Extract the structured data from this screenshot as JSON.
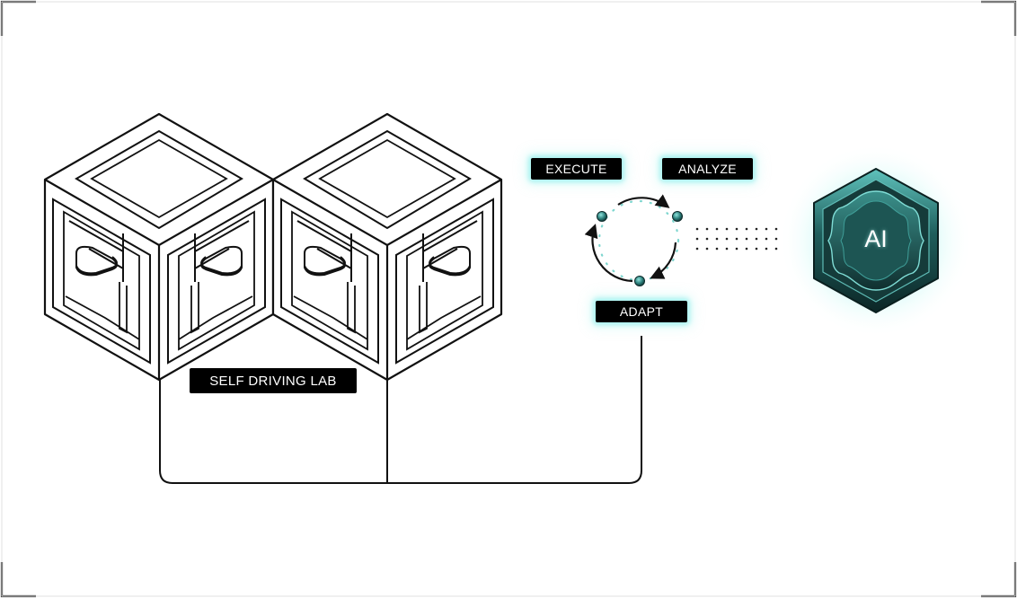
{
  "labels": {
    "execute": "EXECUTE",
    "analyze": "ANALYZE",
    "adapt": "ADAPT",
    "self_driving_lab": "SELF DRIVING LAB",
    "ai": "AI"
  },
  "colors": {
    "line": "#111111",
    "label_bg": "#000000",
    "label_text": "#ffffff",
    "glow": "#6eebe6",
    "ai_badge_dark": "#0d2b2b",
    "ai_badge_mid": "#1c5f5d",
    "ai_badge_light": "#4fb3ae",
    "node_teal": "#2c7f7b",
    "cycle_dots": "#7fd6cf"
  },
  "icons": {
    "lab": "isometric-cube-lab-icon",
    "ai": "ai-chip-badge-icon"
  }
}
